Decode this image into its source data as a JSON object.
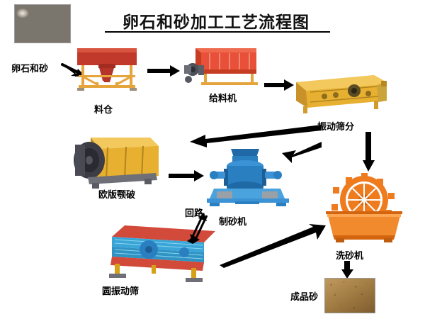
{
  "title": "卵石和砂加工工艺流程图",
  "nodes": [
    {
      "id": "raw-material",
      "label": "卵石和砂",
      "type": "photo"
    },
    {
      "id": "hopper",
      "label": "料仓",
      "type": "equipment"
    },
    {
      "id": "feeder",
      "label": "给料机",
      "type": "equipment"
    },
    {
      "id": "vibrating-screen",
      "label": "振动筛分",
      "type": "equipment"
    },
    {
      "id": "jaw-crusher",
      "label": "欧版颚破",
      "type": "equipment"
    },
    {
      "id": "sand-maker",
      "label": "制砂机",
      "type": "equipment"
    },
    {
      "id": "sand-washer",
      "label": "洗砂机",
      "type": "equipment"
    },
    {
      "id": "circular-screen",
      "label": "圆振动筛",
      "type": "equipment"
    },
    {
      "id": "finished-sand",
      "label": "成品砂",
      "type": "photo"
    },
    {
      "id": "return-loop",
      "label": "回路",
      "type": "flow-label"
    }
  ],
  "colors": {
    "title_text": "#111111",
    "hopper_red": "#c0392b",
    "feeder_red": "#e8503a",
    "screen_yellow": "#e8b030",
    "crusher_dark": "#3c3c46",
    "sand_maker_blue": "#2a7fc1",
    "washer_orange": "#ef7b1f",
    "circular_screen_blue": "#3aa6d8",
    "arrow_black": "#000000"
  }
}
